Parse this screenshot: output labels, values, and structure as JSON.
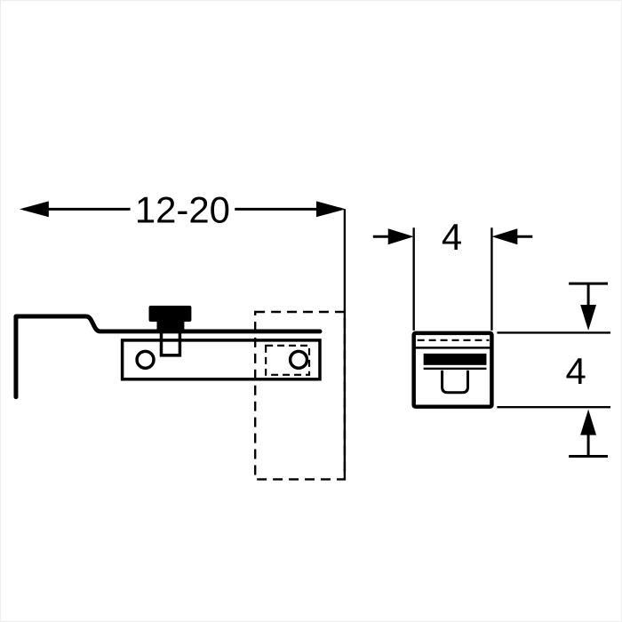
{
  "figure": {
    "background": "#ffffff",
    "line_color": "#000000",
    "labels": {
      "width_range": "12-20",
      "depth": "4",
      "height": "4"
    }
  }
}
